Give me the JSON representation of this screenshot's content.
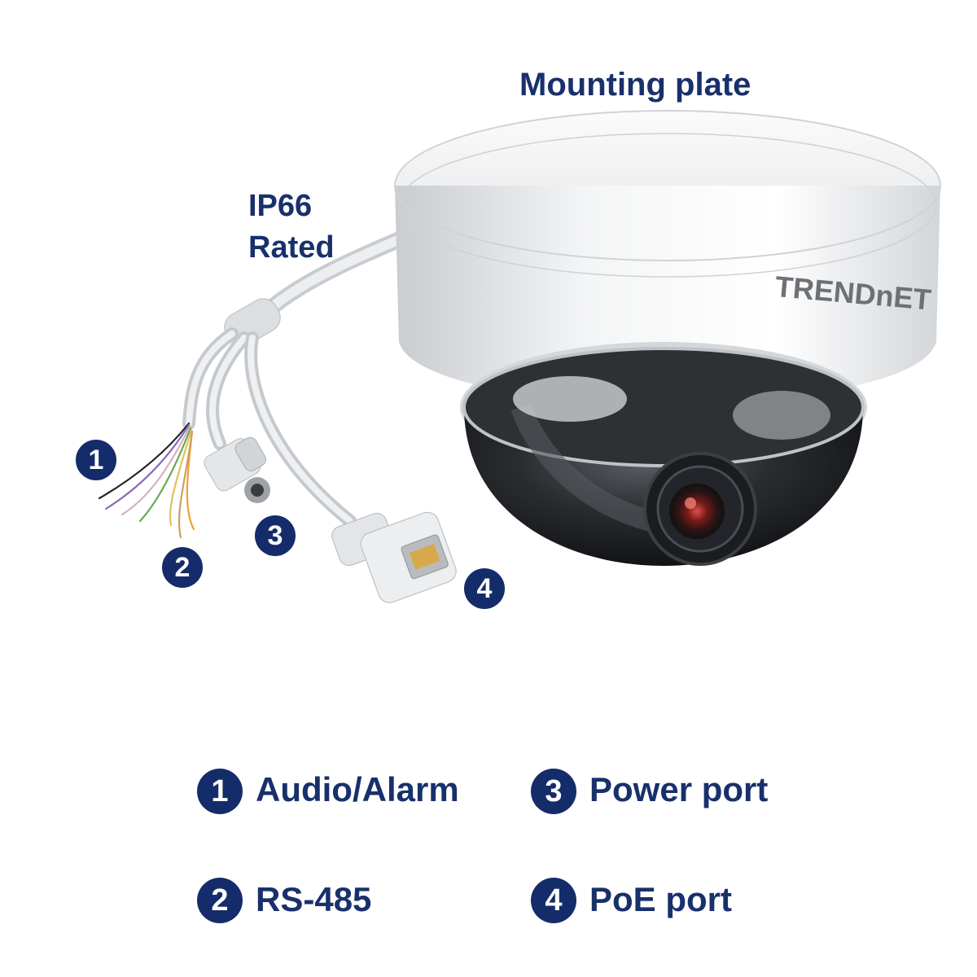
{
  "callouts": {
    "mounting_plate": "Mounting plate",
    "ip_rating_line1": "IP66",
    "ip_rating_line2": "Rated"
  },
  "brand_logo": "TRENDnET",
  "markers": [
    "1",
    "2",
    "3",
    "4"
  ],
  "legend": [
    {
      "number": "1",
      "label": "Audio/Alarm"
    },
    {
      "number": "2",
      "label": "RS-485"
    },
    {
      "number": "3",
      "label": "Power port"
    },
    {
      "number": "4",
      "label": "PoE port"
    }
  ],
  "colors": {
    "accent_navy": "#152c6a",
    "text_navy": "#18306b"
  }
}
